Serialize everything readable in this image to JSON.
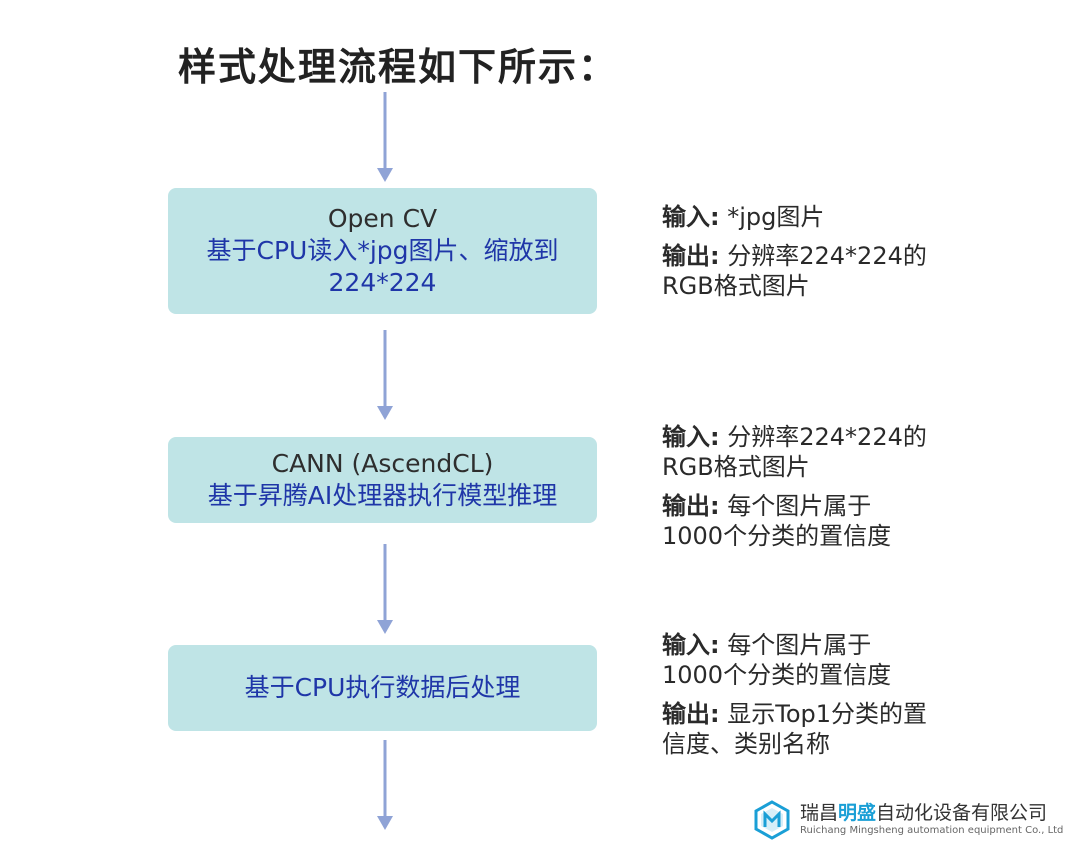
{
  "title": "样式处理流程如下所示：",
  "steps": [
    {
      "head": "Open CV",
      "sub": "基于CPU读入*jpg图片、缩放到224*224",
      "input_label": "输入:",
      "input_text": "*jpg图片",
      "output_label": "输出:",
      "output_text": "分辨率224*224的RGB格式图片"
    },
    {
      "head": "CANN (AscendCL)",
      "sub": "基于昇腾AI处理器执行模型推理",
      "input_label": "输入:",
      "input_text": "分辨率224*224的RGB格式图片",
      "output_label": "输出:",
      "output_text": "每个图片属于1000个分类的置信度"
    },
    {
      "head": "",
      "sub": "基于CPU执行数据后处理",
      "input_label": "输入:",
      "input_text": "每个图片属于1000个分类的置信度",
      "output_label": "输出:",
      "output_text": "显示Top1分类的置信度、类别名称"
    }
  ],
  "logo": {
    "company_prefix": "瑞昌",
    "company_accent": "明盛",
    "company_suffix": "自动化设备有限公司",
    "company_en": "Ruichang Mingsheng automation equipment Co., Ltd"
  },
  "colors": {
    "box_fill": "#bfe4e6",
    "arrow": "#8fa3d6",
    "subtitle_blue": "#1f36a8",
    "brand_blue": "#1a9fd6"
  }
}
